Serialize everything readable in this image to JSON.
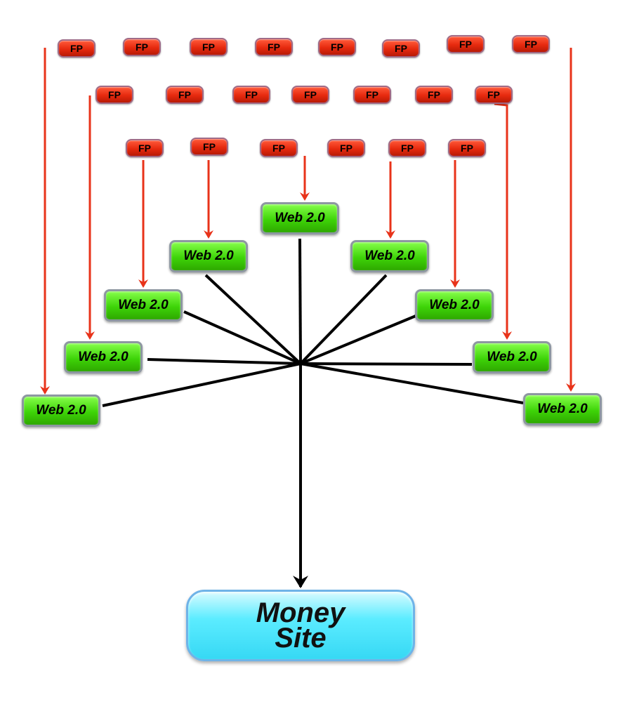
{
  "fp_nodes": {
    "label": "FP",
    "count_outer_row": 8,
    "count_middle_row": 7,
    "count_inner_row": 6
  },
  "web2_nodes": {
    "label": "Web 2.0",
    "count": 9
  },
  "money_site": {
    "line1": "Money",
    "line2": "Site"
  },
  "colors": {
    "fp_fill": "#e62a0e",
    "fp_border": "#a06a86",
    "web2_fill": "#3ed408",
    "web2_border": "#8d97a1",
    "money_fill": "#5cecff",
    "money_border": "#6fb3e8",
    "fp_arrow": "#e8331a",
    "hub_line": "#000000"
  }
}
